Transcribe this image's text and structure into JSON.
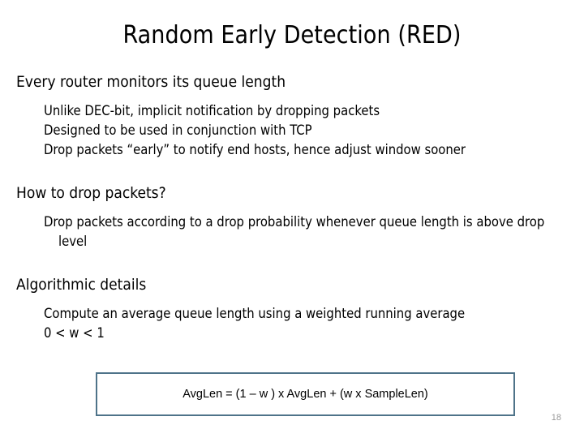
{
  "slide": {
    "title": "Random Early Detection (RED)",
    "page_number": "18",
    "accent_color": "#4e7389",
    "text_color": "#000000",
    "background_color": "#ffffff",
    "page_number_color": "#9a9a9a"
  },
  "sections": [
    {
      "heading": "Every router monitors its queue length",
      "bullets": [
        "Unlike DEC-bit, implicit notification by dropping packets",
        "Designed to be used in conjunction with TCP",
        "Drop packets “early” to notify end hosts, hence adjust window sooner"
      ]
    },
    {
      "heading": "How to drop packets?",
      "bullets": [
        "Drop packets according to a drop probability whenever queue length is above drop level"
      ]
    },
    {
      "heading": "Algorithmic details",
      "bullets": [
        "Compute an average queue length using a weighted running average",
        "0 <  w < 1"
      ]
    }
  ],
  "formula": {
    "text": "AvgLen = (1 – w ) x AvgLen + (w x SampleLen)"
  }
}
